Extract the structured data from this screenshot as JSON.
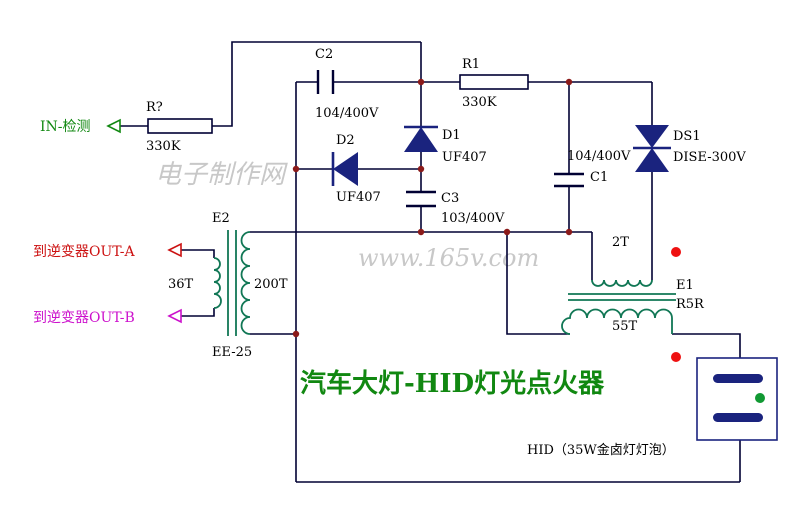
{
  "colors": {
    "wire": "#000033",
    "title": "#118811",
    "diode": "#1a237e",
    "coil": "#117755",
    "input": "#118811",
    "out_a": "#cc1111",
    "out_b": "#cc11cc",
    "red_dot": "#ee1111",
    "green_dot": "#119933",
    "lamp_blue": "#1a237e",
    "watermark": "#c8c8c8"
  },
  "title": "汽车大灯-HID灯光点火器",
  "watermark_cn": "电子制作网",
  "watermark_url": "www.165v.com",
  "input_label": "IN-检测",
  "out_a_label": "到逆变器OUT-A",
  "out_b_label": "到逆变器OUT-B",
  "components": {
    "r_in": {
      "ref": "R?",
      "value": "330K"
    },
    "c2": {
      "ref": "C2",
      "value": "104/400V"
    },
    "r1": {
      "ref": "R1",
      "value": "330K"
    },
    "d1": {
      "ref": "D1",
      "value": "UF407"
    },
    "d2": {
      "ref": "D2",
      "value": "UF407"
    },
    "c3": {
      "ref": "C3",
      "value": "103/400V"
    },
    "c1": {
      "ref": "C1",
      "value": "104/400V"
    },
    "ds1": {
      "ref": "DS1",
      "value": "DISE-300V"
    },
    "e2": {
      "ref": "E2",
      "core": "EE-25",
      "primary_turns": "36T",
      "secondary_turns": "200T"
    },
    "e1": {
      "ref": "E1",
      "core": "R5R",
      "primary_turns": "2T",
      "secondary_turns": "55T"
    },
    "lamp": {
      "label": "HID（35W金卤灯灯泡）"
    }
  }
}
